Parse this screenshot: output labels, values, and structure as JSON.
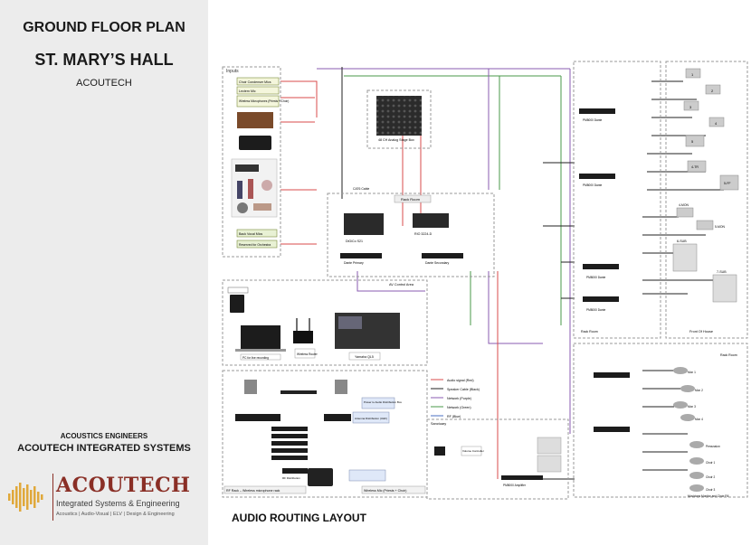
{
  "sidebar": {
    "plan_title": "GROUND FLOOR PLAN",
    "venue": "ST. MARY’S HALL",
    "company_short": "ACOUTECH",
    "engineers_label": "ACOUSTICS ENGINEERS",
    "engineers_name": "ACOUTECH INTEGRATED SYSTEMS",
    "logo": {
      "name": "ACOUTECH",
      "tagline": "Integrated Systems & Engineering",
      "services": "Acoustics | Audio-Visual | ELV | Design & Engineering"
    }
  },
  "caption": "AUDIO ROUTING LAYOUT",
  "diagram": {
    "inputs": {
      "title": "Inputs",
      "mics": [
        "Choir Condenser Mics",
        "Lectern Mic",
        "Wireless Microphones (Priests + Choir)"
      ],
      "extra": [
        "Back Vocal Mics",
        "Reserved for Orchestra"
      ]
    },
    "stage_box": "48 CH Analog Stage Box",
    "rack_room": {
      "title": "Rack Room",
      "console_a": "DiGiCo S21",
      "console_b": "RIO 3224-D",
      "dante_a": "Dante Primary",
      "dante_b": "Dante Secondary",
      "cat6": "CAT6 Cable"
    },
    "av_control": {
      "title": "AV Control Area",
      "pc": "PC for live recording",
      "router": "Wireless Router",
      "mixer": "Yamaha QL5"
    },
    "rf_rack": {
      "title": "RF Rack – Wireless microphone rack",
      "wireless_title": "Wireless Mic (Priests + Choir)",
      "power": "Power to Audio Distribution Box",
      "antenna": "Antenna Distribution (UHF)",
      "distro": "RF Distribution"
    },
    "legend": [
      {
        "label": "Audio signal (Red)",
        "color": "#d94b4b"
      },
      {
        "label": "Speaker Cable (Black)",
        "color": "#222222"
      },
      {
        "label": "Network (Purple)",
        "color": "#8a5bb0"
      },
      {
        "label": "Network (Green)",
        "color": "#4a9a4a"
      },
      {
        "label": "RF (Blue)",
        "color": "#4a6fc0"
      }
    ],
    "sanctuary": {
      "title": "Sanctuary",
      "volume": "Volume Controller",
      "amp": "PM8000 Amplifier"
    },
    "amp_rack_1": {
      "title": "Rack Room",
      "amps": [
        "PM8000 Dante",
        "PM8000 Dante",
        "PM8000 Dante",
        "PM8000 Dante"
      ]
    },
    "front_of_house": {
      "title": "Front Of House",
      "speakers": [
        "1",
        "2",
        "3",
        "4",
        "5",
        "4-TR",
        "5-FF",
        "4-MON",
        "5-MON",
        "6-SUB",
        "7-SUB"
      ]
    },
    "monitor_section": {
      "title": "Musicians Monitor and Choir Fill",
      "rack": "Rack Room",
      "speakers": [
        "Mon 1",
        "Mon 2",
        "Mon 3",
        "Mon 4",
        "Percussion",
        "Choir 1",
        "Choir 2",
        "Choir 3"
      ]
    }
  }
}
